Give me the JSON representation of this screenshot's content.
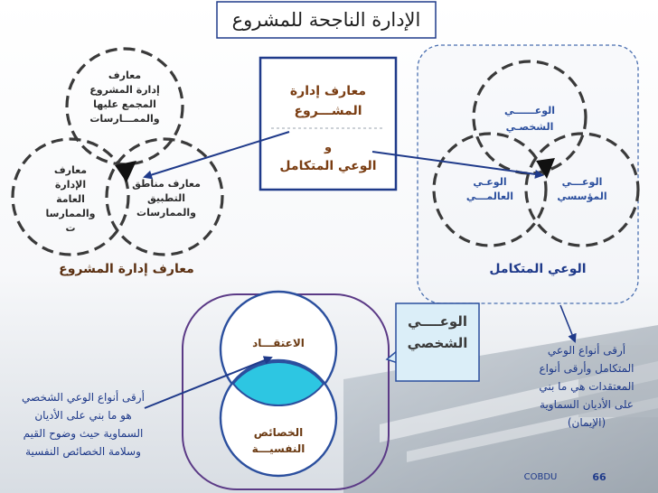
{
  "title": "الإدارة الناجحة للمشروع",
  "center_box": {
    "line1": "معارف إدارة\nالمشـــروع",
    "conj": "و",
    "line2": "الوعي المتكامل"
  },
  "left_cluster": {
    "top_circle": "معارف\nإدارة المشروع\nالمجمع عليها\nوالممـــارسات",
    "left_circle": "معارف\nالإدارة\nالعامة\nوالممارسا\nت",
    "right_circle": "معارف مناطق\nالتطبيق\nوالممارسات",
    "caption": "معارف إدارة المشروع"
  },
  "right_cluster": {
    "top_circle": "الوعــــــي\nالشخصـي",
    "left_circle": "الوعـي\nالعالمـــي",
    "right_circle": "الوعـــي\nالمؤسسي",
    "caption": "الوعي المتكامل"
  },
  "bottom": {
    "upper_circle": "الاعتقـــاد",
    "lower_circle": "الخصائص\nالنفسيـــة",
    "callout": "الوعــــي\nالشخصي",
    "left_note": "أرقى أنواع الوعي الشخصي\nهو ما بني على الأديان\nالسماوية حيث وضوح القيم\nوسلامة الخصائص النفسية",
    "right_note": "أرقى أنواع الوعي\nالمتكامل وأرقى أنواع\nالمعتقدات هي ما بني\nعلى الأديان السماوية\n(الإيمان)"
  },
  "footer": {
    "brand": "COBDU",
    "page": "66"
  },
  "colors": {
    "accent_blue": "#1f3a8a",
    "text_brown": "#6b3a12",
    "intersection": "#22c3e0",
    "callout_fill": "#dbeef8"
  }
}
